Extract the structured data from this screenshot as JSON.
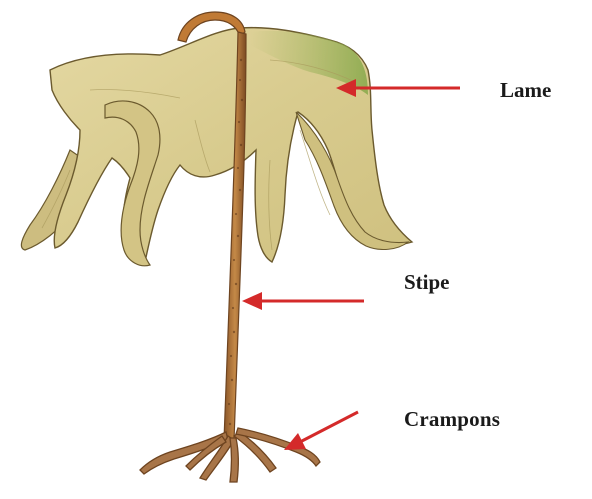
{
  "figure": {
    "labels": {
      "lame": "Lame",
      "stipe": "Stipe",
      "crampons": "Crampons"
    },
    "colors": {
      "arrow": "#d42a2a",
      "blade_fill": "#dccf95",
      "blade_green": "#9cb35a",
      "blade_outline": "#6b5a2e",
      "stipe_fill": "#b97a3b",
      "stipe_dark": "#6e4420",
      "holdfast": "#a87548"
    }
  }
}
